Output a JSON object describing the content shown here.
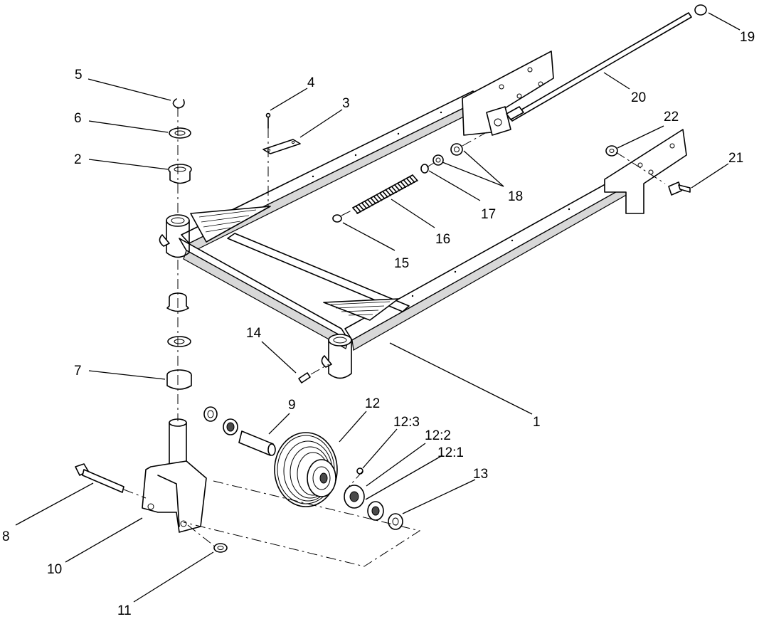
{
  "callouts": [
    {
      "id": "c1",
      "label": "1"
    },
    {
      "id": "c2",
      "label": "2"
    },
    {
      "id": "c3",
      "label": "3"
    },
    {
      "id": "c4",
      "label": "4"
    },
    {
      "id": "c5",
      "label": "5"
    },
    {
      "id": "c6",
      "label": "6"
    },
    {
      "id": "c7",
      "label": "7"
    },
    {
      "id": "c8",
      "label": "8"
    },
    {
      "id": "c9",
      "label": "9"
    },
    {
      "id": "c10",
      "label": "10"
    },
    {
      "id": "c11",
      "label": "11"
    },
    {
      "id": "c12",
      "label": "12"
    },
    {
      "id": "c12_1",
      "label": "12:1"
    },
    {
      "id": "c12_2",
      "label": "12:2"
    },
    {
      "id": "c12_3",
      "label": "12:3"
    },
    {
      "id": "c13",
      "label": "13"
    },
    {
      "id": "c14",
      "label": "14"
    },
    {
      "id": "c15",
      "label": "15"
    },
    {
      "id": "c16",
      "label": "16"
    },
    {
      "id": "c17",
      "label": "17"
    },
    {
      "id": "c18",
      "label": "18"
    },
    {
      "id": "c19",
      "label": "19"
    },
    {
      "id": "c20",
      "label": "20"
    },
    {
      "id": "c21",
      "label": "21"
    },
    {
      "id": "c22",
      "label": "22"
    }
  ]
}
